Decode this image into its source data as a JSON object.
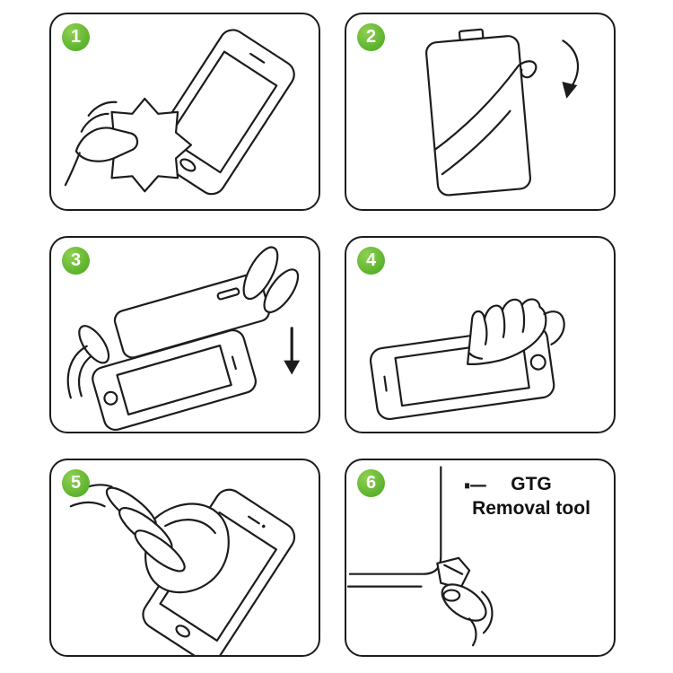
{
  "page": {
    "background": "#ffffff"
  },
  "colors": {
    "badge_green": "#5bb22c",
    "badge_green_light": "#8fd052",
    "line": "#1c1c1c",
    "text": "#111111"
  },
  "steps": [
    {
      "number": "1",
      "illustration": "wipe-screen-with-cleaning-cloth"
    },
    {
      "number": "2",
      "illustration": "peel-protective-film-with-arrow"
    },
    {
      "number": "3",
      "illustration": "align-glass-over-phone-with-arrow"
    },
    {
      "number": "4",
      "illustration": "press-screen-center-with-finger"
    },
    {
      "number": "5",
      "illustration": "smooth-surface-with-cloth"
    },
    {
      "number": "6",
      "illustration": "pry-corner-with-removal-tool",
      "label": {
        "line1": "GTG",
        "line2": "Removal tool"
      }
    }
  ]
}
